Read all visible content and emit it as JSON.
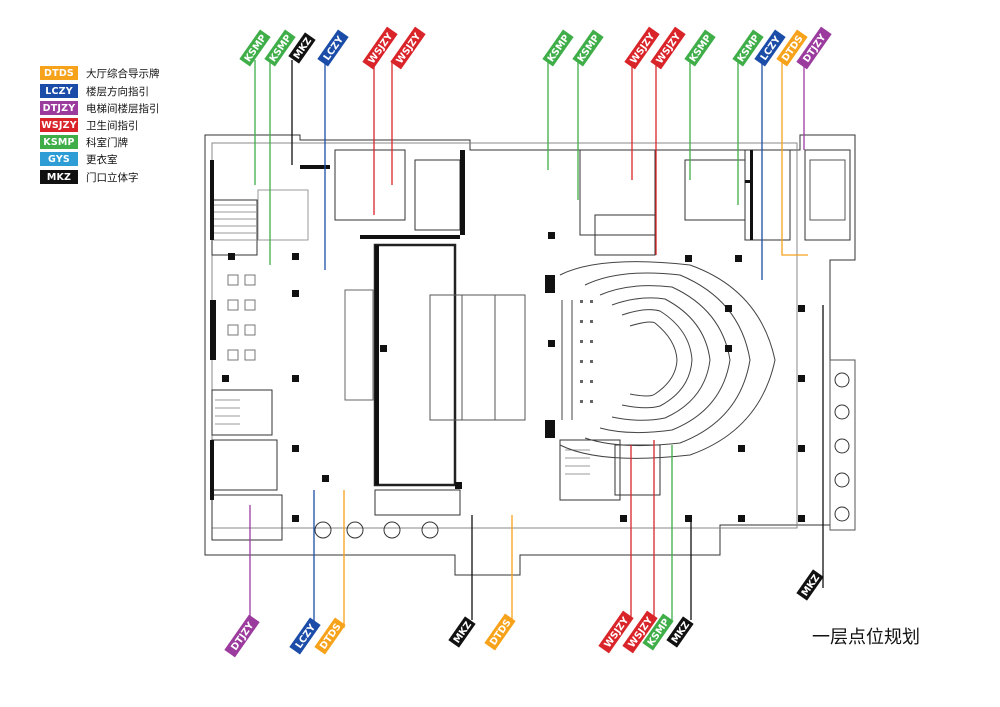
{
  "title": "一层点位规划",
  "legend": [
    {
      "code": "DTDS",
      "desc": "大厅综合导示牌",
      "color": "#F7A21B"
    },
    {
      "code": "LCZY",
      "desc": "楼层方向指引",
      "color": "#1B4DA8"
    },
    {
      "code": "DTJZY",
      "desc": "电梯间楼层指引",
      "color": "#9B3B9E"
    },
    {
      "code": "WSJZY",
      "desc": "卫生间指引",
      "color": "#D9252A"
    },
    {
      "code": "KSMP",
      "desc": "科室门牌",
      "color": "#3FAE49"
    },
    {
      "code": "GYS",
      "desc": "更衣室",
      "color": "#2E9DD6"
    },
    {
      "code": "MKZ",
      "desc": "门口立体字",
      "color": "#111111"
    }
  ],
  "tags_top": [
    {
      "code": "KSMP",
      "color": "#3FAE49"
    },
    {
      "code": "KSMP",
      "color": "#3FAE49"
    },
    {
      "code": "MKZ",
      "color": "#111111"
    },
    {
      "code": "LCZY",
      "color": "#1B4DA8"
    },
    {
      "code": "WSJZY",
      "color": "#D9252A"
    },
    {
      "code": "WSJZY",
      "color": "#D9252A"
    },
    {
      "code": "KSMP",
      "color": "#3FAE49"
    },
    {
      "code": "KSMP",
      "color": "#3FAE49"
    },
    {
      "code": "WSJZY",
      "color": "#D9252A"
    },
    {
      "code": "WSJZY",
      "color": "#D9252A"
    },
    {
      "code": "KSMP",
      "color": "#3FAE49"
    },
    {
      "code": "KSMP",
      "color": "#3FAE49"
    },
    {
      "code": "LCZY",
      "color": "#1B4DA8"
    },
    {
      "code": "DTDS",
      "color": "#F7A21B"
    },
    {
      "code": "DTJZY",
      "color": "#9B3B9E"
    }
  ],
  "tags_bottom": [
    {
      "code": "DTJZY",
      "color": "#9B3B9E"
    },
    {
      "code": "LCZY",
      "color": "#1B4DA8"
    },
    {
      "code": "DTDS",
      "color": "#F7A21B"
    },
    {
      "code": "MKZ",
      "color": "#111111"
    },
    {
      "code": "DTDS",
      "color": "#F7A21B"
    },
    {
      "code": "WSJZY",
      "color": "#D9252A"
    },
    {
      "code": "WSJZY",
      "color": "#D9252A"
    },
    {
      "code": "KSMP",
      "color": "#3FAE49"
    },
    {
      "code": "MKZ",
      "color": "#111111"
    },
    {
      "code": "MKZ",
      "color": "#111111"
    }
  ]
}
